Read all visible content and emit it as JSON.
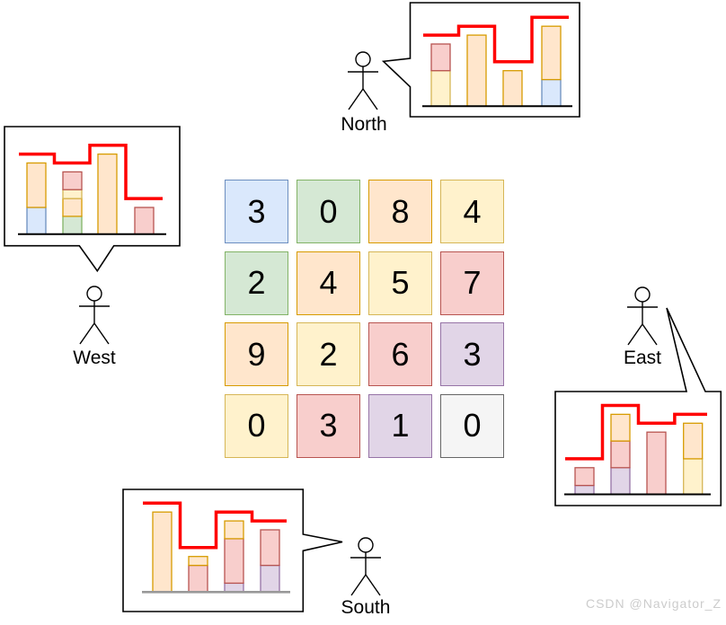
{
  "watermark": {
    "text": "CSDN @Navigator_Z"
  },
  "palette": {
    "blue": {
      "fill": "#dae8fc",
      "stroke": "#6c8ebf"
    },
    "green": {
      "fill": "#d5e8d4",
      "stroke": "#82b366"
    },
    "orange": {
      "fill": "#ffe6cc",
      "stroke": "#d79b00"
    },
    "yellow": {
      "fill": "#fff2cc",
      "stroke": "#d6b656"
    },
    "red": {
      "fill": "#f8cecc",
      "stroke": "#b85450"
    },
    "purple": {
      "fill": "#e1d5e7",
      "stroke": "#9673a6"
    },
    "gray": {
      "fill": "#f5f5f5",
      "stroke": "#666666"
    }
  },
  "skyline_color": "#ff0000",
  "grid": {
    "rows": [
      [
        {
          "value": "3",
          "color": "blue"
        },
        {
          "value": "0",
          "color": "green"
        },
        {
          "value": "8",
          "color": "orange"
        },
        {
          "value": "4",
          "color": "yellow"
        }
      ],
      [
        {
          "value": "2",
          "color": "green"
        },
        {
          "value": "4",
          "color": "orange"
        },
        {
          "value": "5",
          "color": "yellow"
        },
        {
          "value": "7",
          "color": "red"
        }
      ],
      [
        {
          "value": "9",
          "color": "orange"
        },
        {
          "value": "2",
          "color": "yellow"
        },
        {
          "value": "6",
          "color": "red"
        },
        {
          "value": "3",
          "color": "purple"
        }
      ],
      [
        {
          "value": "0",
          "color": "yellow"
        },
        {
          "value": "3",
          "color": "red"
        },
        {
          "value": "1",
          "color": "purple"
        },
        {
          "value": "0",
          "color": "gray"
        }
      ]
    ]
  },
  "viewers": [
    {
      "id": "north",
      "label": "North"
    },
    {
      "id": "west",
      "label": "West"
    },
    {
      "id": "east",
      "label": "East"
    },
    {
      "id": "south",
      "label": "South"
    }
  ],
  "chart_data": [
    {
      "type": "bar",
      "viewer": "North",
      "stacked": true,
      "ylim": [
        0,
        10
      ],
      "bars": [
        {
          "segments": [
            {
              "color": "yellow",
              "from": 0,
              "to": 4
            },
            {
              "color": "red",
              "from": 4,
              "to": 7
            }
          ]
        },
        {
          "segments": [
            {
              "color": "orange",
              "from": 0,
              "to": 8
            }
          ]
        },
        {
          "segments": [
            {
              "color": "orange",
              "from": 0,
              "to": 4
            }
          ]
        },
        {
          "segments": [
            {
              "color": "blue",
              "from": 0,
              "to": 3
            },
            {
              "color": "orange",
              "from": 3,
              "to": 9
            }
          ]
        }
      ],
      "skyline": [
        8,
        9,
        5,
        10
      ]
    },
    {
      "type": "bar",
      "viewer": "West",
      "stacked": true,
      "ylim": [
        0,
        10
      ],
      "bars": [
        {
          "segments": [
            {
              "color": "blue",
              "from": 0,
              "to": 3
            },
            {
              "color": "orange",
              "from": 3,
              "to": 8
            }
          ]
        },
        {
          "segments": [
            {
              "color": "green",
              "from": 0,
              "to": 2
            },
            {
              "color": "orange",
              "from": 2,
              "to": 4
            },
            {
              "color": "yellow",
              "from": 4,
              "to": 5
            },
            {
              "color": "red",
              "from": 5,
              "to": 7
            }
          ]
        },
        {
          "segments": [
            {
              "color": "orange",
              "from": 0,
              "to": 9
            }
          ]
        },
        {
          "segments": [
            {
              "color": "red",
              "from": 0,
              "to": 3
            }
          ]
        }
      ],
      "skyline": [
        9,
        8,
        10,
        4
      ]
    },
    {
      "type": "bar",
      "viewer": "East",
      "stacked": true,
      "ylim": [
        0,
        10
      ],
      "bars": [
        {
          "segments": [
            {
              "color": "purple",
              "from": 0,
              "to": 1
            },
            {
              "color": "red",
              "from": 1,
              "to": 3
            }
          ]
        },
        {
          "segments": [
            {
              "color": "purple",
              "from": 0,
              "to": 3
            },
            {
              "color": "red",
              "from": 3,
              "to": 6
            },
            {
              "color": "orange",
              "from": 6,
              "to": 9
            }
          ]
        },
        {
          "segments": [
            {
              "color": "red",
              "from": 0,
              "to": 7
            }
          ]
        },
        {
          "segments": [
            {
              "color": "yellow",
              "from": 0,
              "to": 4
            },
            {
              "color": "orange",
              "from": 4,
              "to": 8
            }
          ]
        }
      ],
      "skyline": [
        4,
        10,
        8,
        9
      ]
    },
    {
      "type": "bar",
      "viewer": "South",
      "stacked": true,
      "ylim": [
        0,
        10
      ],
      "bars": [
        {
          "segments": [
            {
              "color": "orange",
              "from": 0,
              "to": 9
            }
          ]
        },
        {
          "segments": [
            {
              "color": "red",
              "from": 0,
              "to": 3
            },
            {
              "color": "orange",
              "from": 3,
              "to": 4
            }
          ]
        },
        {
          "segments": [
            {
              "color": "purple",
              "from": 0,
              "to": 1
            },
            {
              "color": "red",
              "from": 1,
              "to": 6
            },
            {
              "color": "orange",
              "from": 6,
              "to": 8
            }
          ]
        },
        {
          "segments": [
            {
              "color": "purple",
              "from": 0,
              "to": 3
            },
            {
              "color": "red",
              "from": 3,
              "to": 7
            }
          ]
        }
      ],
      "skyline": [
        10,
        5,
        9,
        8
      ]
    }
  ]
}
